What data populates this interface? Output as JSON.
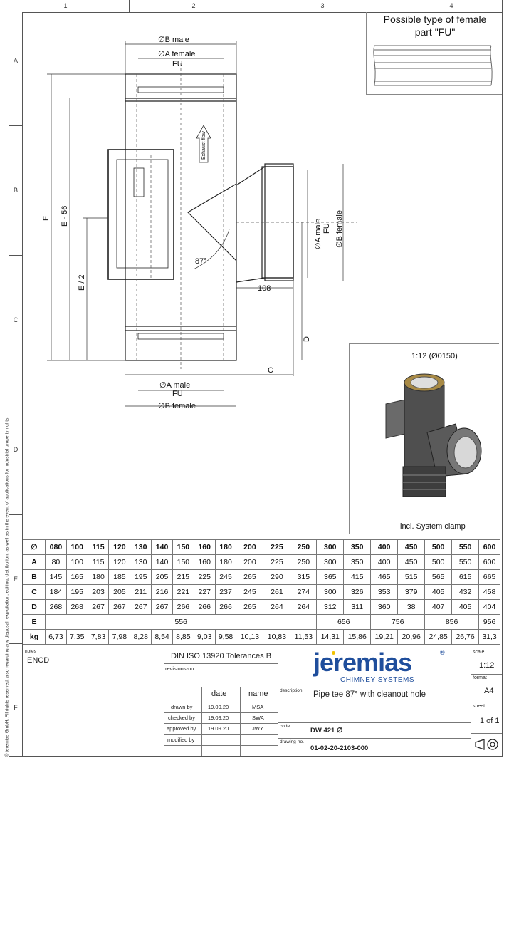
{
  "frame": {
    "columns": [
      "1",
      "2",
      "3",
      "4"
    ],
    "rows": [
      "A",
      "B",
      "C",
      "D",
      "E",
      "F"
    ],
    "copyright": "© jeremias GmbH. All rights reserved, also regarding any disposal, exploitation, editing, distribution, as well as in the event of applications for industrial property rights."
  },
  "inset_female": {
    "title_line1": "Possible type of female",
    "title_line2": "part \"FU\""
  },
  "drawing": {
    "b_male": "∅B male",
    "a_female": "∅A female",
    "fu_top": "FU",
    "a_male_bottom": "∅A male",
    "fu_bottom": "FU",
    "b_female_bottom": "∅B female",
    "e": "E",
    "e56": "E - 56",
    "e2": "E / 2",
    "a_male_side": "∅A male",
    "fu_side": "FU",
    "b_female_side": "∅B female",
    "angle": "87°",
    "dim108": "108",
    "c": "C",
    "d": "D",
    "exhaust_flow": "Exhaust flow"
  },
  "render": {
    "scale": "1:12 (Ø0150)",
    "clamp_label": "incl. System clamp"
  },
  "table": {
    "corner": "∅",
    "headers": [
      "080",
      "100",
      "115",
      "120",
      "130",
      "140",
      "150",
      "160",
      "180",
      "200",
      "225",
      "250",
      "300",
      "350",
      "400",
      "450",
      "500",
      "550",
      "600"
    ],
    "rows": [
      {
        "label": "A",
        "values": [
          "80",
          "100",
          "115",
          "120",
          "130",
          "140",
          "150",
          "160",
          "180",
          "200",
          "225",
          "250",
          "300",
          "350",
          "400",
          "450",
          "500",
          "550",
          "600"
        ]
      },
      {
        "label": "B",
        "values": [
          "145",
          "165",
          "180",
          "185",
          "195",
          "205",
          "215",
          "225",
          "245",
          "265",
          "290",
          "315",
          "365",
          "415",
          "465",
          "515",
          "565",
          "615",
          "665"
        ]
      },
      {
        "label": "C",
        "values": [
          "184",
          "195",
          "203",
          "205",
          "211",
          "216",
          "221",
          "227",
          "237",
          "245",
          "261",
          "274",
          "300",
          "326",
          "353",
          "379",
          "405",
          "432",
          "458"
        ]
      },
      {
        "label": "D",
        "values": [
          "268",
          "268",
          "267",
          "267",
          "267",
          "267",
          "266",
          "266",
          "266",
          "265",
          "264",
          "264",
          "312",
          "311",
          "360",
          "38",
          "407",
          "405",
          "404"
        ]
      }
    ],
    "row_e": {
      "label": "E",
      "groups": [
        {
          "value": "556",
          "span": 12
        },
        {
          "value": "656",
          "span": 2
        },
        {
          "value": "756",
          "span": 2
        },
        {
          "value": "856",
          "span": 2
        },
        {
          "value": "956",
          "span": 1
        }
      ]
    },
    "row_kg": {
      "label": "kg",
      "values": [
        "6,73",
        "7,35",
        "7,83",
        "7,98",
        "8,28",
        "8,54",
        "8,85",
        "9,03",
        "9,58",
        "10,13",
        "10,83",
        "11,53",
        "14,31",
        "15,86",
        "19,21",
        "20,96",
        "24,85",
        "26,76",
        "31,3"
      ]
    }
  },
  "title_block": {
    "notes_label": "notes",
    "notes_value": "ENCD",
    "tolerance": "DIN ISO 13920 Tolerances B",
    "revisions_label": "revisions-no.",
    "date_header": "date",
    "name_header": "name",
    "drawn_by_label": "drawn by",
    "drawn_by_date": "19.09.20",
    "drawn_by_name": "MSA",
    "checked_by_label": "checked by",
    "checked_by_date": "19.09.20",
    "checked_by_name": "SWA",
    "approved_by_label": "approved by",
    "approved_by_date": "19.09.20",
    "approved_by_name": "JWY",
    "modified_by_label": "modified by",
    "brand": "jeremias",
    "registered": "®",
    "brand_sub": "CHIMNEY SYSTEMS",
    "description_label": "description",
    "description_value": "Pipe tee 87° with cleanout hole",
    "code_label": "code",
    "code_value": "DW 421 ∅",
    "drawing_no_label": "drawing-no.",
    "drawing_no_value": "01-02-20-2103-000",
    "scale_label": "scale",
    "scale_value": "1:12",
    "format_label": "format",
    "format_value": "A4",
    "sheet_label": "sheet",
    "sheet_value": "1 of 1",
    "colors": {
      "brand_blue": "#1f4e9c",
      "brand_yellow": "#f2c200"
    }
  }
}
